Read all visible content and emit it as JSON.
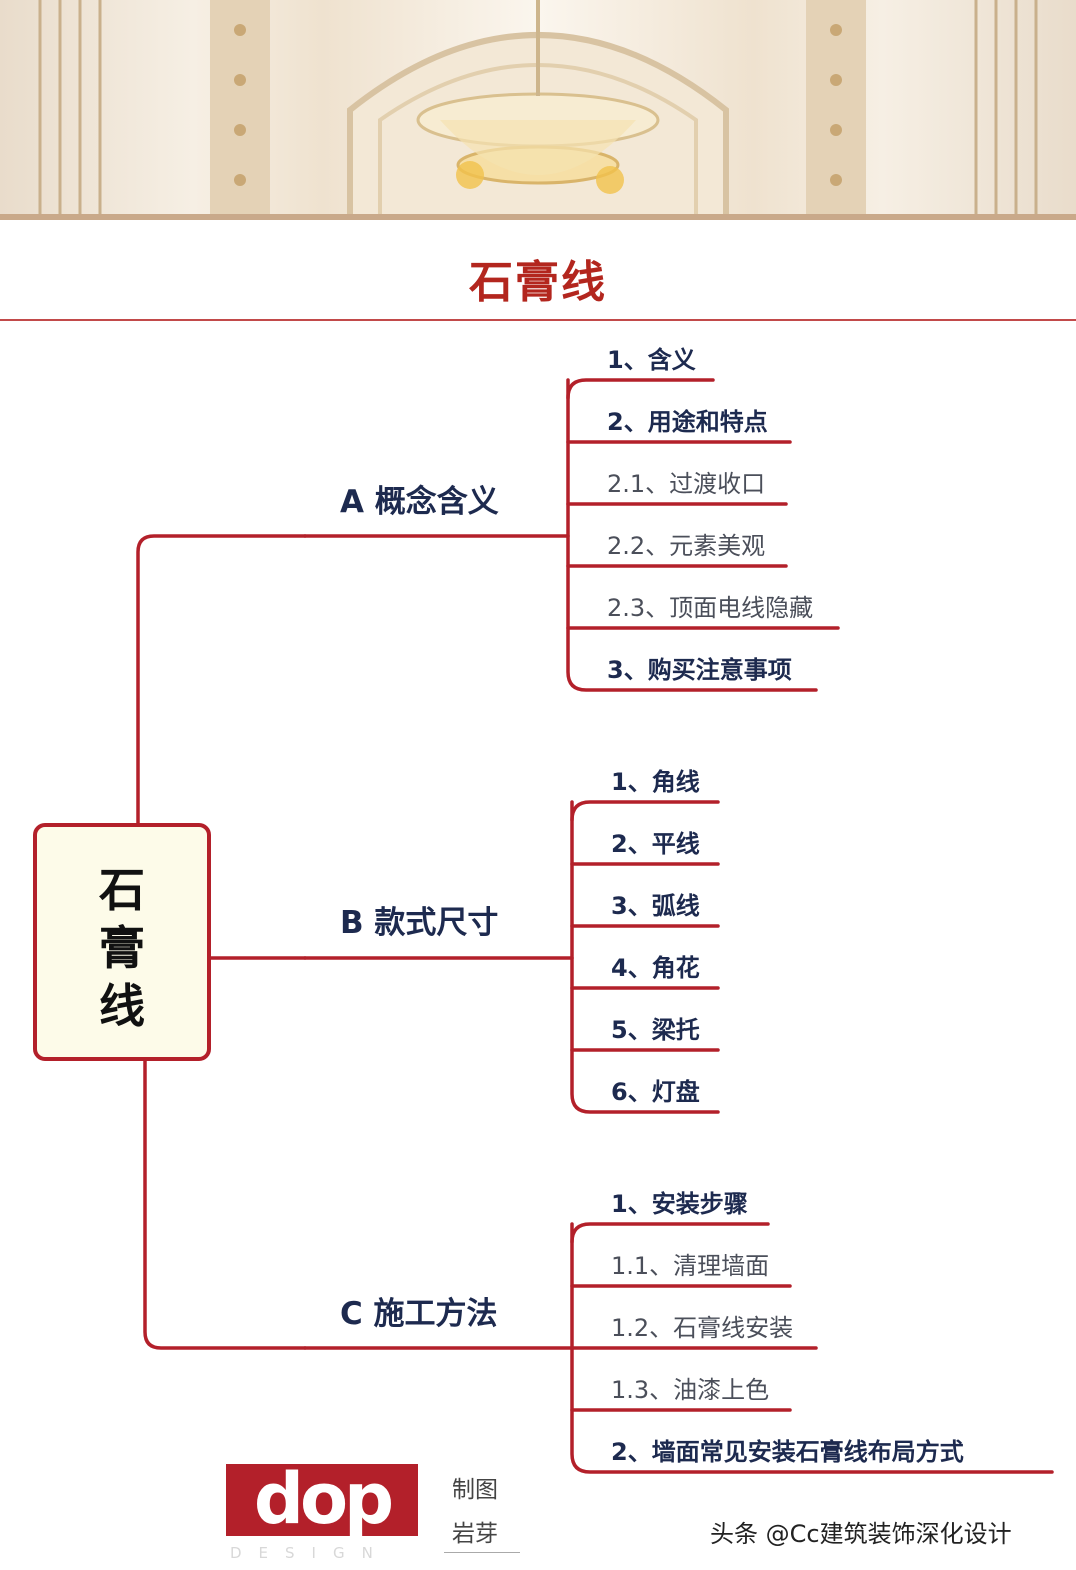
{
  "title": "石膏线",
  "root": {
    "chars": [
      "石",
      "膏",
      "线"
    ]
  },
  "branches": [
    {
      "label": "A 概念含义",
      "items": [
        {
          "text": "1、含义",
          "level": "main"
        },
        {
          "text": "2、用途和特点",
          "level": "main"
        },
        {
          "text": "2.1、过渡收口",
          "level": "sub"
        },
        {
          "text": "2.2、元素美观",
          "level": "sub"
        },
        {
          "text": "2.3、顶面电线隐藏",
          "level": "sub"
        },
        {
          "text": "3、购买注意事项",
          "level": "main"
        }
      ]
    },
    {
      "label": "B 款式尺寸",
      "items": [
        {
          "text": "1、角线",
          "level": "main"
        },
        {
          "text": "2、平线",
          "level": "main"
        },
        {
          "text": "3、弧线",
          "level": "main"
        },
        {
          "text": "4、角花",
          "level": "main"
        },
        {
          "text": "5、梁托",
          "level": "main"
        },
        {
          "text": "6、灯盘",
          "level": "main"
        }
      ]
    },
    {
      "label": "C 施工方法",
      "items": [
        {
          "text": "1、安装步骤",
          "level": "main"
        },
        {
          "text": "1.1、清理墙面",
          "level": "sub"
        },
        {
          "text": "1.2、石膏线安装",
          "level": "sub"
        },
        {
          "text": "1.3、油漆上色",
          "level": "sub"
        },
        {
          "text": "2、墙面常见安装石膏线布局方式",
          "level": "main"
        }
      ]
    }
  ],
  "footer": {
    "logo": "dop",
    "logo_sub": "DESIGN",
    "maker_line1": "制图",
    "maker_line2": "岩芽",
    "credit": "头条 @Cc建筑装饰深化设计"
  },
  "colors": {
    "accent": "#b3202a",
    "title": "#b3261e",
    "node_bg": "#fdfbe9",
    "text_dark": "#1d2a4f"
  }
}
